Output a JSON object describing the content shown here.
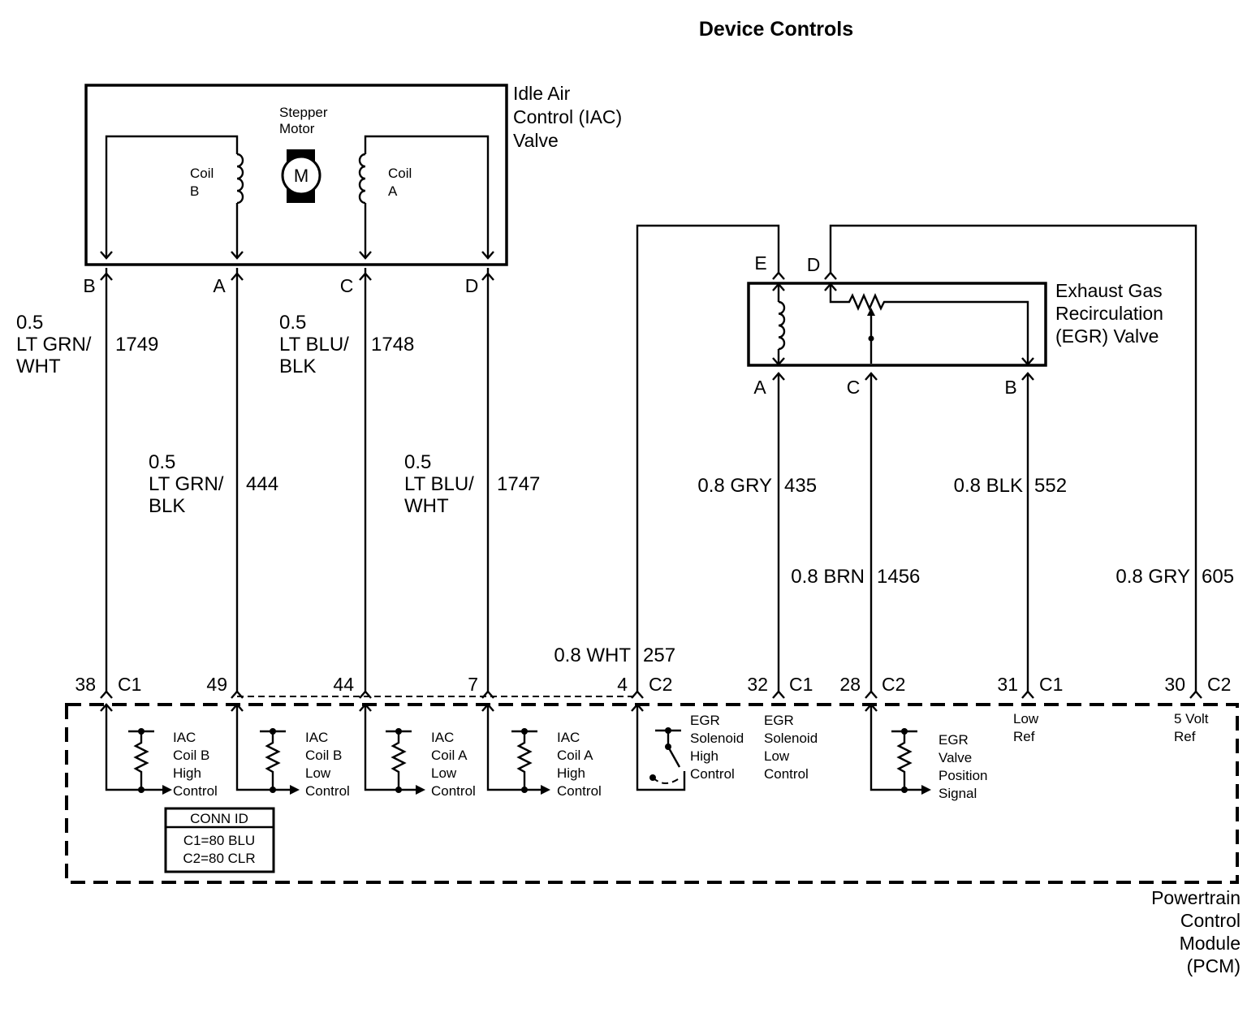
{
  "title": "Device Controls",
  "iac_valve": {
    "label_lines": [
      "Idle Air",
      "Control (IAC)",
      "Valve"
    ],
    "motor_label_lines": [
      "Stepper",
      "Motor"
    ],
    "motor_symbol": "M",
    "coil_b_lines": [
      "Coil",
      "B"
    ],
    "coil_a_lines": [
      "Coil",
      "A"
    ],
    "pins": [
      "B",
      "A",
      "C",
      "D"
    ]
  },
  "egr_valve": {
    "label_lines": [
      "Exhaust Gas",
      "Recirculation",
      "(EGR) Valve"
    ],
    "top_pins": [
      "E",
      "D"
    ],
    "bottom_pins": [
      "A",
      "C",
      "B"
    ]
  },
  "wires": [
    {
      "gauge_color_lines": [
        "0.5",
        "LT GRN/",
        "WHT"
      ],
      "circuit": "1749"
    },
    {
      "gauge_color_lines": [
        "0.5",
        "LT GRN/",
        "BLK"
      ],
      "circuit": "444"
    },
    {
      "gauge_color_lines": [
        "0.5",
        "LT BLU/",
        "BLK"
      ],
      "circuit": "1748"
    },
    {
      "gauge_color_lines": [
        "0.5",
        "LT BLU/",
        "WHT"
      ],
      "circuit": "1747"
    },
    {
      "gauge_color": "0.8 WHT",
      "circuit": "257"
    },
    {
      "gauge_color": "0.8 GRY",
      "circuit": "435"
    },
    {
      "gauge_color": "0.8 BRN",
      "circuit": "1456"
    },
    {
      "gauge_color": "0.8 BLK",
      "circuit": "552"
    },
    {
      "gauge_color": "0.8 GRY",
      "circuit": "605"
    }
  ],
  "pcm_pins": [
    {
      "pin": "38",
      "connector": "C1"
    },
    {
      "pin": "49",
      "connector": ""
    },
    {
      "pin": "44",
      "connector": ""
    },
    {
      "pin": "7",
      "connector": ""
    },
    {
      "pin": "4",
      "connector": "C2"
    },
    {
      "pin": "32",
      "connector": "C1"
    },
    {
      "pin": "28",
      "connector": "C2"
    },
    {
      "pin": "31",
      "connector": "C1"
    },
    {
      "pin": "30",
      "connector": "C2"
    }
  ],
  "pcm_functions": [
    [
      "IAC",
      "Coil B",
      "High",
      "Control"
    ],
    [
      "IAC",
      "Coil B",
      "Low",
      "Control"
    ],
    [
      "IAC",
      "Coil A",
      "Low",
      "Control"
    ],
    [
      "IAC",
      "Coil A",
      "High",
      "Control"
    ],
    [
      "EGR",
      "Solenoid",
      "High",
      "Control"
    ],
    [
      "EGR",
      "Solenoid",
      "Low",
      "Control"
    ],
    [
      "EGR",
      "Valve",
      "Position",
      "Signal"
    ],
    [
      "Low",
      "Ref"
    ],
    [
      "5 Volt",
      "Ref"
    ]
  ],
  "conn_id": {
    "header": "CONN ID",
    "lines": [
      "C1=80 BLU",
      "C2=80 CLR"
    ]
  },
  "pcm": {
    "label_lines": [
      "Powertrain",
      "Control",
      "Module",
      "(PCM)"
    ]
  }
}
